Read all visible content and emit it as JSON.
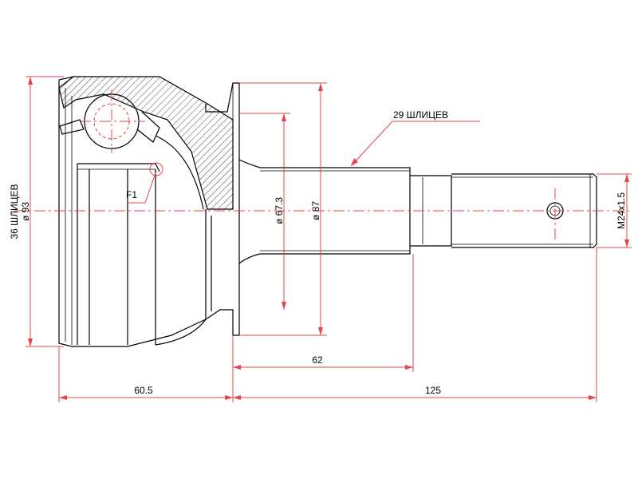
{
  "labels": {
    "spline_outer": "36 ШЛИЦЕВ",
    "dia_outer": "ø 93",
    "feature": "F1",
    "spline_shaft": "29 ШЛИЦЕВ",
    "dia_shaft": "ø 67.3",
    "dia_flange": "ø 87",
    "thread": "M24x1.5",
    "dim_62": "62",
    "dim_60_5": "60.5",
    "dim_125": "125"
  },
  "colors": {
    "dimension": "#e8444c",
    "outline": "#000000"
  }
}
